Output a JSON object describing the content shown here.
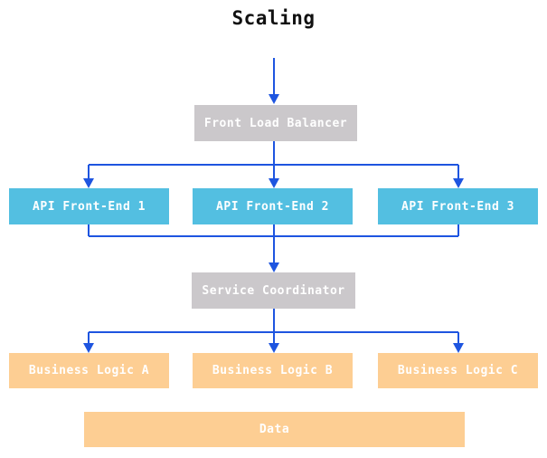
{
  "title": "Scaling",
  "colors": {
    "arrow": "#1e55e0",
    "gray_node": "#cbc8cb",
    "cyan_node": "#53bfe1",
    "orange_node": "#fdce93",
    "node_text": "#ffffff",
    "title_text": "#111111",
    "background": "#ffffff"
  },
  "diagram": {
    "nodes": [
      {
        "id": "front-load-balancer",
        "label": "Front Load Balancer",
        "type": "gray"
      },
      {
        "id": "api-front-end-1",
        "label": "API Front-End 1",
        "type": "cyan"
      },
      {
        "id": "api-front-end-2",
        "label": "API Front-End 2",
        "type": "cyan"
      },
      {
        "id": "api-front-end-3",
        "label": "API Front-End 3",
        "type": "cyan"
      },
      {
        "id": "service-coordinator",
        "label": "Service Coordinator",
        "type": "gray"
      },
      {
        "id": "business-logic-a",
        "label": "Business Logic A",
        "type": "orange"
      },
      {
        "id": "business-logic-b",
        "label": "Business Logic B",
        "type": "orange"
      },
      {
        "id": "business-logic-c",
        "label": "Business Logic C",
        "type": "orange"
      },
      {
        "id": "data",
        "label": "Data",
        "type": "orange"
      }
    ],
    "edges": [
      {
        "from": "start",
        "to": "front-load-balancer"
      },
      {
        "from": "front-load-balancer",
        "to": "api-front-end-1"
      },
      {
        "from": "front-load-balancer",
        "to": "api-front-end-2"
      },
      {
        "from": "front-load-balancer",
        "to": "api-front-end-3"
      },
      {
        "from": "api-front-end-1",
        "to": "service-coordinator"
      },
      {
        "from": "api-front-end-2",
        "to": "service-coordinator"
      },
      {
        "from": "api-front-end-3",
        "to": "service-coordinator"
      },
      {
        "from": "service-coordinator",
        "to": "business-logic-a"
      },
      {
        "from": "service-coordinator",
        "to": "business-logic-b"
      },
      {
        "from": "service-coordinator",
        "to": "business-logic-c"
      }
    ]
  }
}
